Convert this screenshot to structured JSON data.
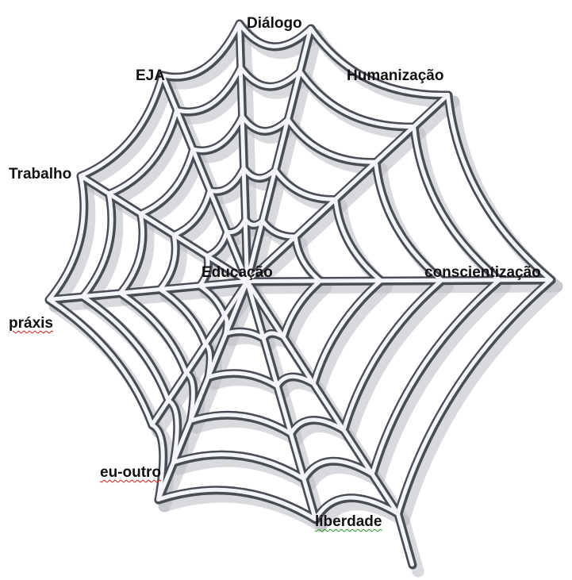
{
  "diagram": {
    "center_label": "Educação",
    "labels": {
      "dialogo": "Diálogo",
      "eja": "EJA",
      "humanizacao": "Humanização",
      "trabalho": "Trabalho",
      "conscientizacao": "conscientização",
      "praxis": "práxis",
      "eu_outro": "eu-outro",
      "liberdade": "liberdade"
    },
    "colors": {
      "thread_dark": "#4a4d55",
      "thread_light": "#f4f5f8",
      "shadow": "#b9bbc2",
      "text": "#111111",
      "spell_red": "#d01818",
      "spell_green": "#1f9a1f"
    }
  }
}
